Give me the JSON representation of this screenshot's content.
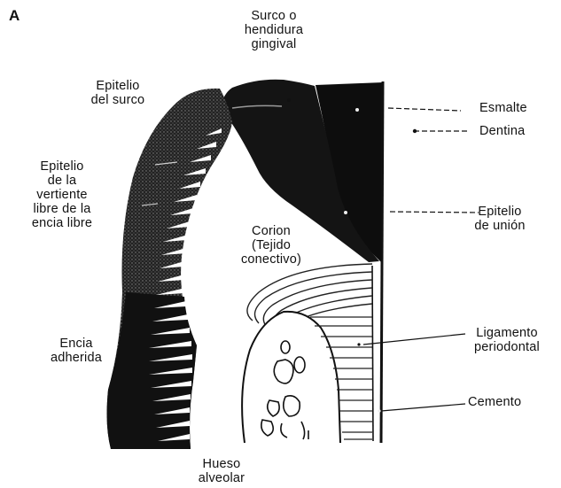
{
  "figure": {
    "panel_letter": "A",
    "labels": {
      "surco_gingival": "Surco o\nhendidura\ngingival",
      "epitelio_surco": "Epitelio\ndel surco",
      "epitelio_vertiente": "Epitelio\nde la\nvertiente\nlibre de la\nencia libre",
      "encia_adherida": "Encia\nadherida",
      "corion": "Corion\n(Tejido\nconectivo)",
      "esmalte": "Esmalte",
      "dentina": "Dentina",
      "epitelio_union": "Epitelio\nde unión",
      "ligamento": "Ligamento\nperiodontal",
      "cemento": "Cemento",
      "hueso": "Hueso\nalveolar"
    },
    "colors": {
      "ink": "#111111",
      "stipple_fill": "#3a3a3a",
      "paper": "#ffffff"
    }
  }
}
